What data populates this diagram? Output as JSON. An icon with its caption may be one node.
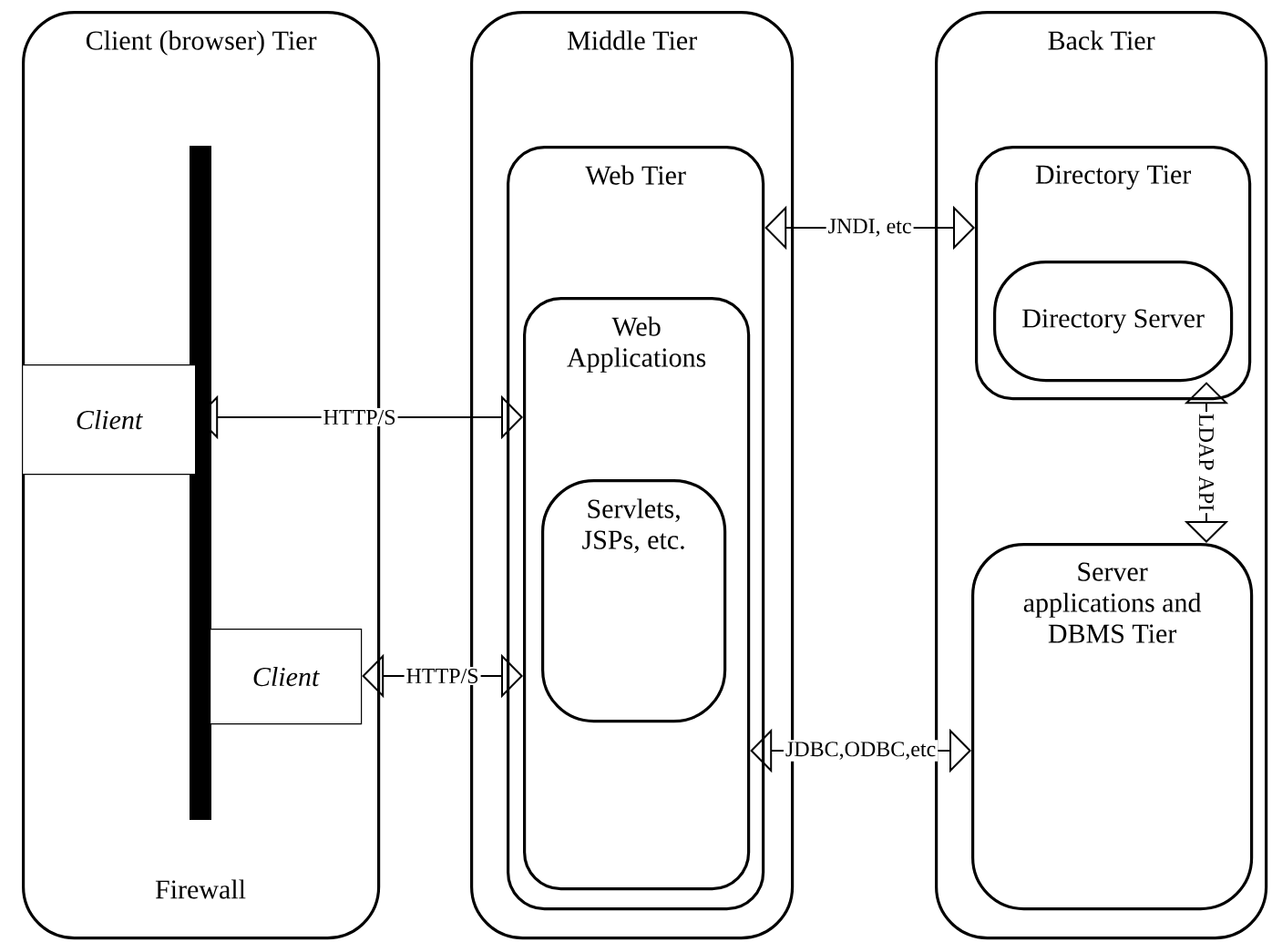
{
  "diagram": {
    "nodes": [
      {
        "text": [
          "Client (browser) Tier"
        ]
      },
      {
        "text": [
          "Middle Tier"
        ]
      },
      {
        "text": [
          "Web Tier"
        ],
        "in": 1
      },
      {
        "text": [
          "Web Applications"
        ],
        "in": 2
      },
      {
        "text": [
          "Servlets, JSPs, etc."
        ],
        "in": 3
      },
      {
        "text": [
          "Back Tier"
        ]
      },
      {
        "text": [
          "Directory Tier"
        ],
        "in": 5
      },
      {
        "text": [
          "Directory Server"
        ],
        "in": 6
      },
      {
        "text": [
          "Server applications and DBMS Tier"
        ],
        "in": 5
      },
      {
        "text": [
          "Client"
        ],
        "in": 0
      },
      {
        "text": [
          "Client"
        ],
        "in": 0
      }
    ],
    "edges": [
      {
        "from": 9,
        "to": 3,
        "arrow": "both",
        "label": "HTTP/S"
      },
      {
        "from": 10,
        "to": 3,
        "arrow": "both",
        "label": "HTTP/S"
      },
      {
        "from": 2,
        "to": 6,
        "arrow": "both",
        "label": "JNDI, etc"
      },
      {
        "from": 7,
        "to": 8,
        "arrow": "both",
        "label": "LDAP API"
      },
      {
        "from": 3,
        "to": 8,
        "arrow": "both",
        "label": "JDBC,ODBC,etc"
      }
    ],
    "labels": [
      "Firewall"
    ]
  }
}
